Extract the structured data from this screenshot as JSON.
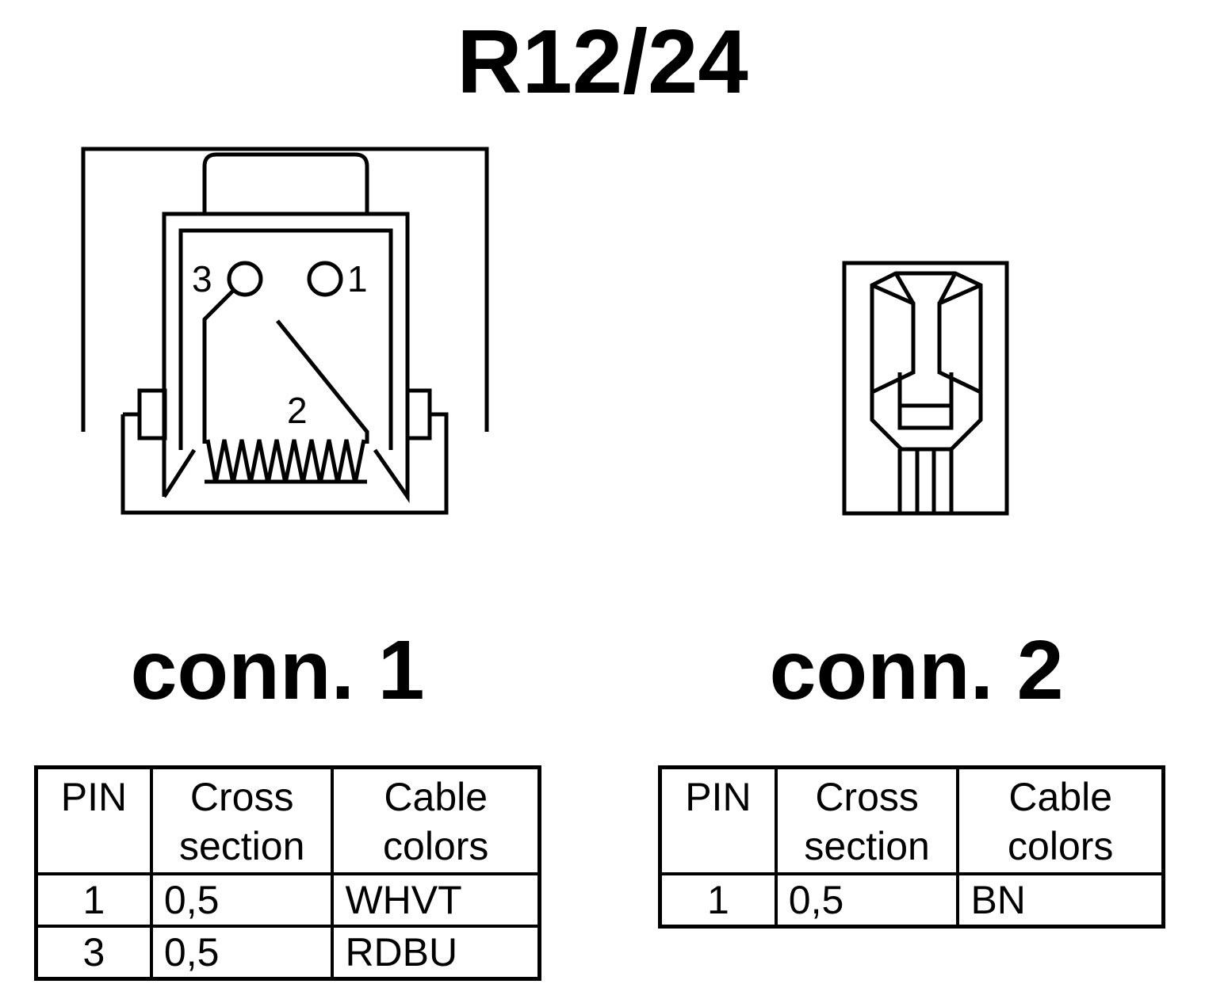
{
  "title": "R12/24",
  "connector1": {
    "label": "conn. 1",
    "pin_labels": [
      "3",
      "1",
      "2"
    ],
    "table": {
      "headers": [
        "PIN",
        "Cross\nsection",
        "Cable\ncolors"
      ],
      "rows": [
        {
          "pin": "1",
          "cross_section": "0,5",
          "color": "WHVT"
        },
        {
          "pin": "3",
          "cross_section": "0,5",
          "color": "RDBU"
        }
      ]
    }
  },
  "connector2": {
    "label": "conn. 2",
    "table": {
      "headers": [
        "PIN",
        "Cross\nsection",
        "Cable\ncolors"
      ],
      "rows": [
        {
          "pin": "1",
          "cross_section": "0,5",
          "color": "BN"
        }
      ]
    }
  }
}
